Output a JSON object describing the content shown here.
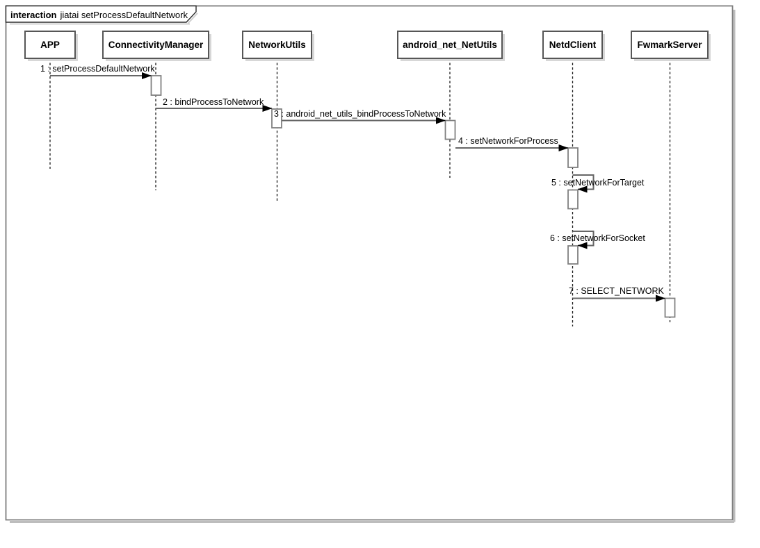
{
  "frame": {
    "keyword": "interaction",
    "title": "jiatai setProcessDefaultNetwork",
    "diagram_type": "uml-sequence"
  },
  "participants": [
    {
      "name": "APP"
    },
    {
      "name": "ConnectivityManager"
    },
    {
      "name": "NetworkUtils"
    },
    {
      "name": "android_net_NetUtils"
    },
    {
      "name": "NetdClient"
    },
    {
      "name": "FwmarkServer"
    }
  ],
  "messages": [
    {
      "label": "1 : setProcessDefaultNetwork",
      "from": "APP",
      "to": "ConnectivityManager",
      "kind": "sync-call"
    },
    {
      "label": "2 : bindProcessToNetwork",
      "from": "ConnectivityManager",
      "to": "NetworkUtils",
      "kind": "sync-call"
    },
    {
      "label": "3 : android_net_utils_bindProcessToNetwork",
      "from": "NetworkUtils",
      "to": "android_net_NetUtils",
      "kind": "sync-call"
    },
    {
      "label": "4 : setNetworkForProcess",
      "from": "android_net_NetUtils",
      "to": "NetdClient",
      "kind": "sync-call"
    },
    {
      "label": "5 : setNetworkForTarget",
      "from": "NetdClient",
      "to": "NetdClient",
      "kind": "self-call"
    },
    {
      "label": "6 : setNetworkForSocket",
      "from": "NetdClient",
      "to": "NetdClient",
      "kind": "self-call"
    },
    {
      "label": "7 : SELECT_NETWORK",
      "from": "NetdClient",
      "to": "FwmarkServer",
      "kind": "sync-call"
    }
  ],
  "colors": {
    "background": "#ffffff",
    "frame_border": "#7d7d7d",
    "tab_border": "#2b2b2b",
    "box_border": "#565656",
    "box_shadow": "#d7d7d7",
    "lifeline": "#1a1a1a",
    "message_line": "#666666",
    "arrowhead": "#000000",
    "activation_border": "#808080",
    "activation_fill": "#ffffff",
    "text": "#000000"
  }
}
